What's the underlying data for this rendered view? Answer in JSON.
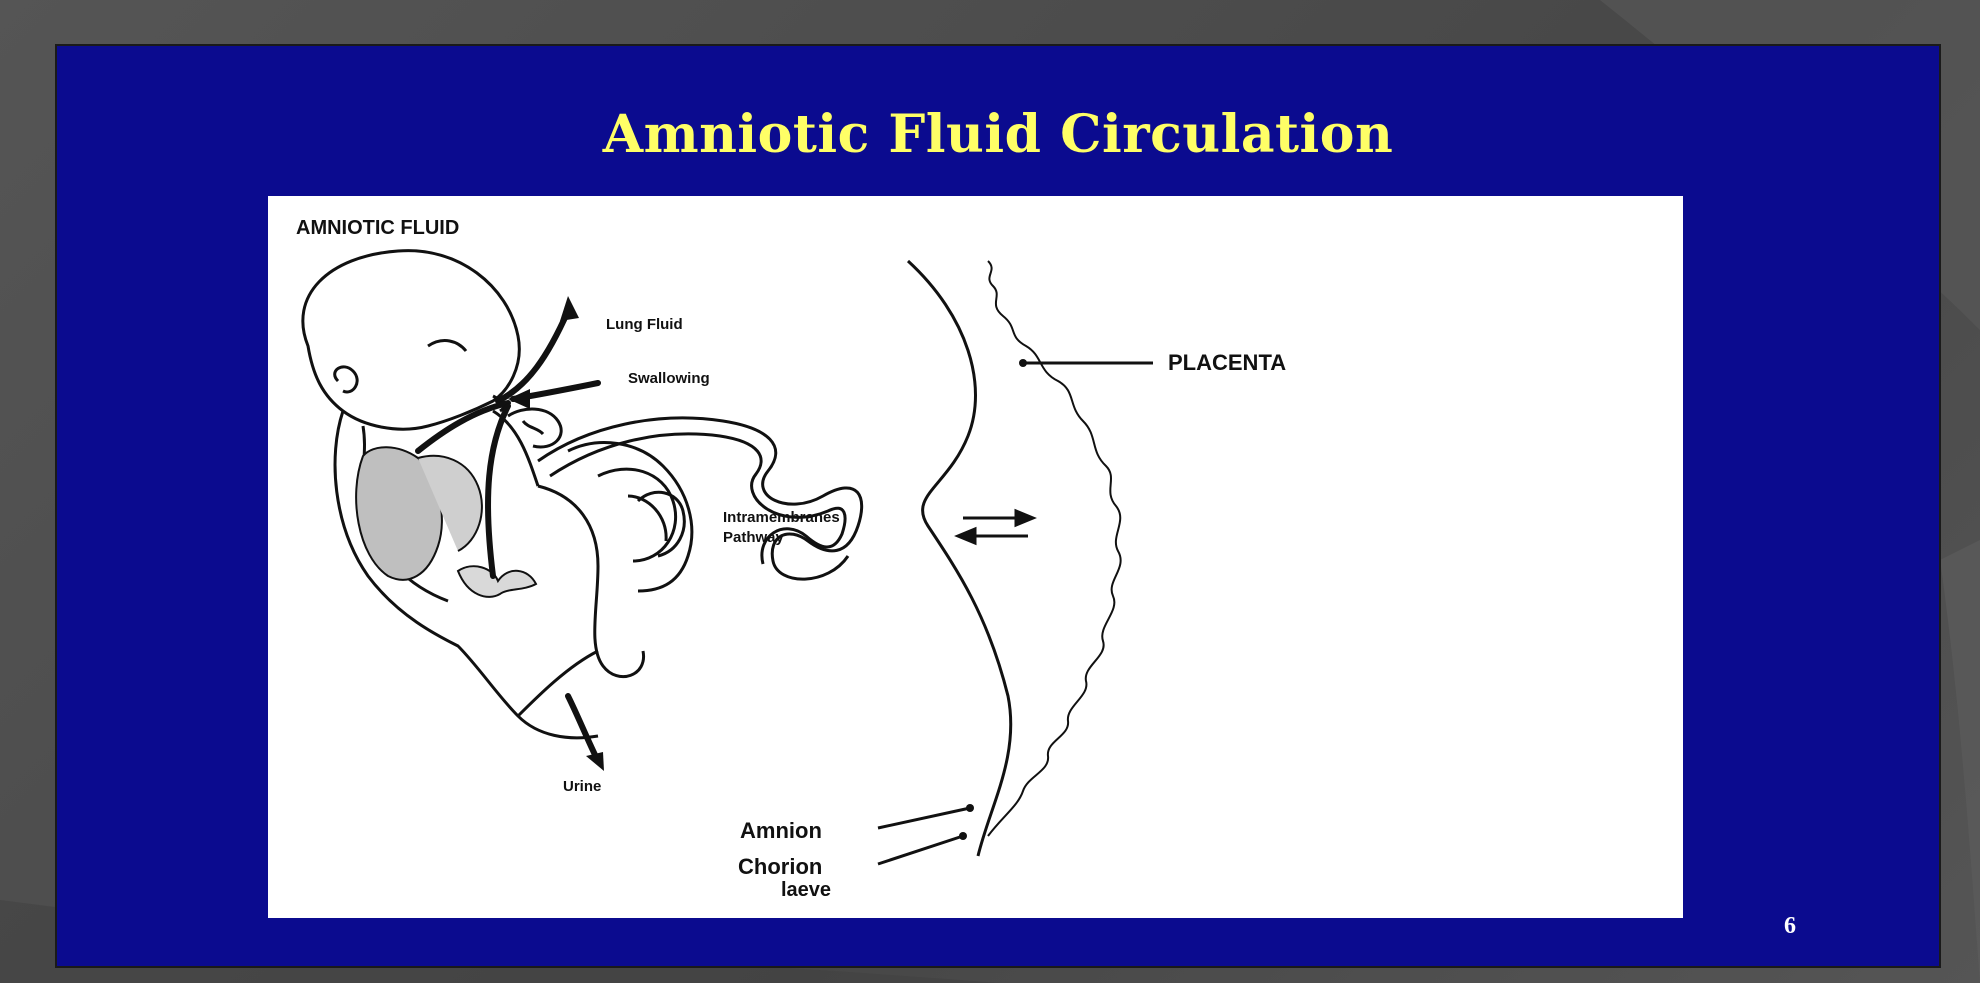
{
  "slide": {
    "title": "Amniotic Fluid Circulation",
    "page_number": "6",
    "background_color": "#0b0b8f",
    "title_color": "#ffff66"
  },
  "figure": {
    "heading": "AMNIOTIC FLUID",
    "labels": {
      "lung_fluid": "Lung Fluid",
      "swallowing": "Swallowing",
      "placenta": "PLACENTA",
      "intramembranes_line1": "Intramembranes",
      "intramembranes_line2": "Pathway",
      "urine": "Urine",
      "amnion": "Amnion",
      "chorion_line1": "Chorion",
      "chorion_line2": "laeve"
    }
  }
}
